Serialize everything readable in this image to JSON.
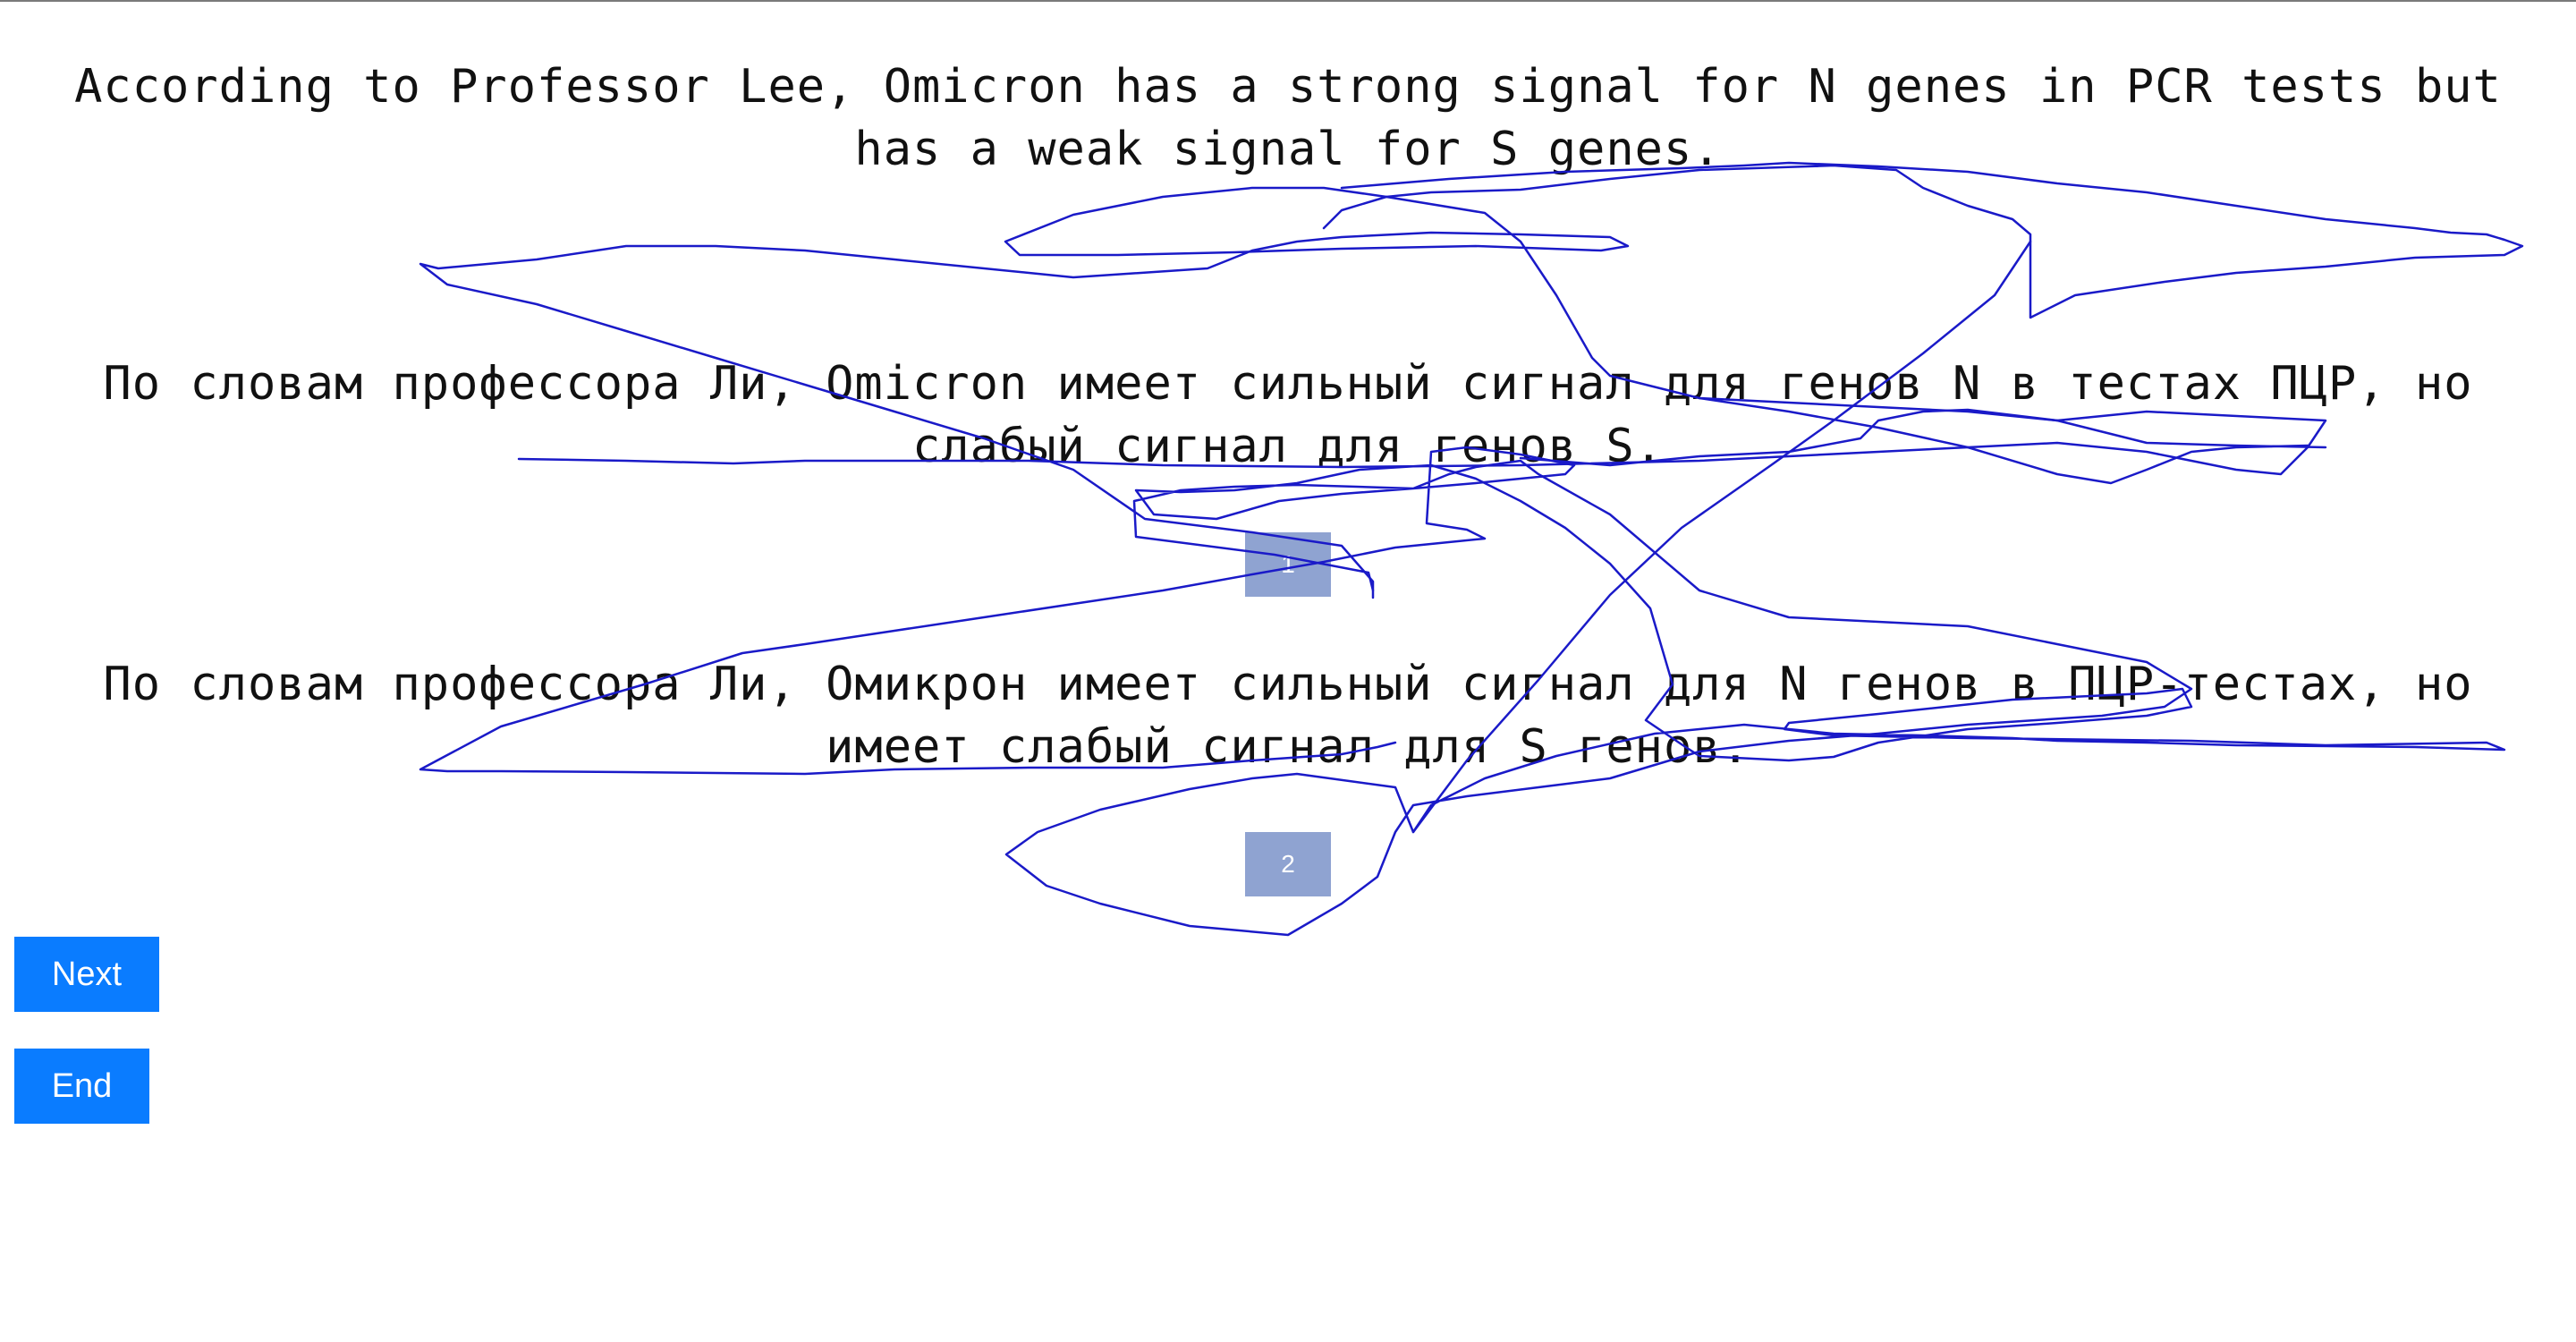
{
  "source_sentence": "According to Professor Lee, Omicron has a strong signal for N genes in PCR tests but has a weak signal for S genes.",
  "translations": [
    {
      "text": "По словам профессора Ли, Omicron имеет сильный сигнал для генов N в тестах ПЦР, но слабый сигнал для генов S.",
      "rank_label": "1"
    },
    {
      "text": "По словам профессора Ли, Омикрон имеет сильный сигнал для N генов в ПЦР-тестах, но имеет слабый сигнал для S генов.",
      "rank_label": "2"
    }
  ],
  "buttons": {
    "next_label": "Next",
    "end_label": "End"
  },
  "colors": {
    "button": "#0a7cff",
    "rank_box": "#8fa3d1",
    "scribble": "#1a1ac8"
  }
}
